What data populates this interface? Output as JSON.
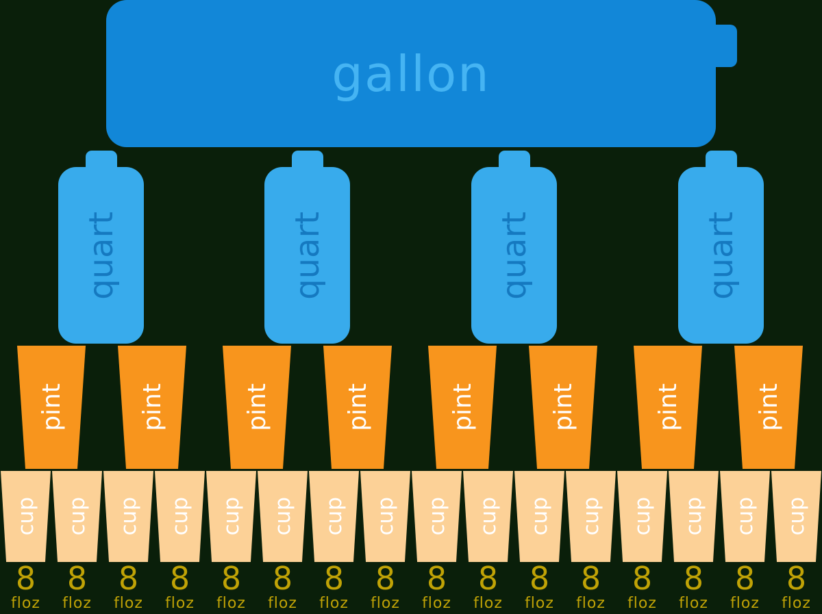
{
  "colors": {
    "background": "#0a1f0a",
    "gallon_fill": "#1287d8",
    "gallon_text": "#45b4f3",
    "quart_fill": "#38abec",
    "quart_text": "#1579c0",
    "pint_fill": "#f8951d",
    "pint_text": "#ffffff",
    "cup_fill": "#fcd197",
    "cup_text": "#ffffff",
    "floz_text": "#c0a306"
  },
  "diagram": {
    "gallon_label": "gallon",
    "quarts": [
      "quart",
      "quart",
      "quart",
      "quart"
    ],
    "pints": [
      "pint",
      "pint",
      "pint",
      "pint",
      "pint",
      "pint",
      "pint",
      "pint"
    ],
    "cups": [
      "cup",
      "cup",
      "cup",
      "cup",
      "cup",
      "cup",
      "cup",
      "cup",
      "cup",
      "cup",
      "cup",
      "cup",
      "cup",
      "cup",
      "cup",
      "cup"
    ],
    "floz": [
      {
        "n": "8",
        "u": "floz"
      },
      {
        "n": "8",
        "u": "floz"
      },
      {
        "n": "8",
        "u": "floz"
      },
      {
        "n": "8",
        "u": "floz"
      },
      {
        "n": "8",
        "u": "floz"
      },
      {
        "n": "8",
        "u": "floz"
      },
      {
        "n": "8",
        "u": "floz"
      },
      {
        "n": "8",
        "u": "floz"
      },
      {
        "n": "8",
        "u": "floz"
      },
      {
        "n": "8",
        "u": "floz"
      },
      {
        "n": "8",
        "u": "floz"
      },
      {
        "n": "8",
        "u": "floz"
      },
      {
        "n": "8",
        "u": "floz"
      },
      {
        "n": "8",
        "u": "floz"
      },
      {
        "n": "8",
        "u": "floz"
      },
      {
        "n": "8",
        "u": "floz"
      }
    ]
  }
}
